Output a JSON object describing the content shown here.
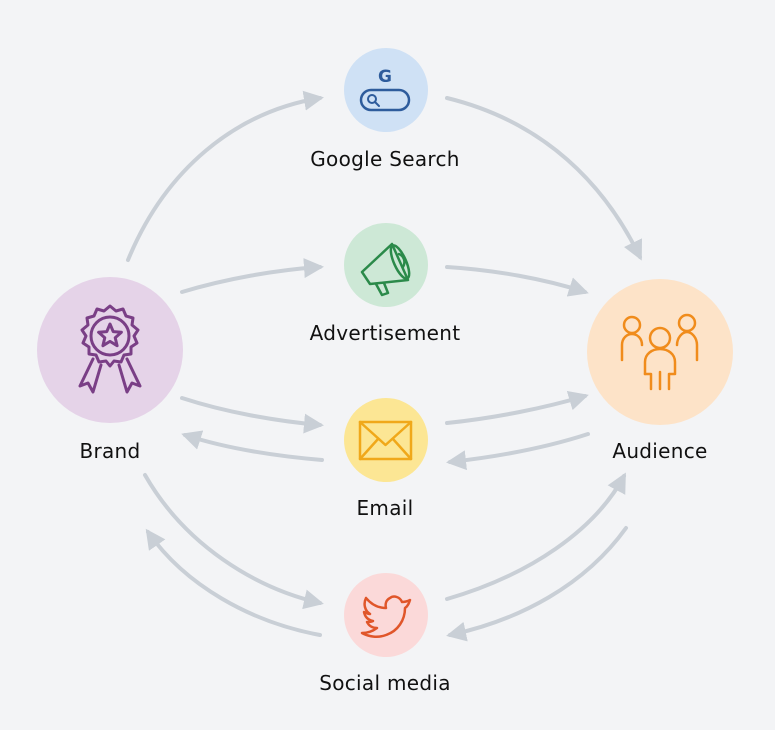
{
  "nodes": {
    "brand": {
      "label": "Brand",
      "color": "#e5d3e8",
      "icon": "award-ribbon-icon",
      "icon_color": "#7a3f86"
    },
    "google_search": {
      "label": "Google Search",
      "color": "#cfe1f5",
      "icon": "google-search-bar-icon",
      "icon_color": "#2e5c9c",
      "icon_text": "G"
    },
    "advertisement": {
      "label": "Advertisement",
      "color": "#cde8d6",
      "icon": "megaphone-icon",
      "icon_color": "#2b8a4a"
    },
    "email": {
      "label": "Email",
      "color": "#fce694",
      "icon": "envelope-icon",
      "icon_color": "#f0a81a"
    },
    "social_media": {
      "label": "Social media",
      "color": "#fbd9d9",
      "icon": "twitter-bird-icon",
      "icon_color": "#e0562a"
    },
    "audience": {
      "label": "Audience",
      "color": "#fde3c8",
      "icon": "people-group-icon",
      "icon_color": "#f08c1c"
    }
  },
  "arrow_color": "#c9cfd6"
}
